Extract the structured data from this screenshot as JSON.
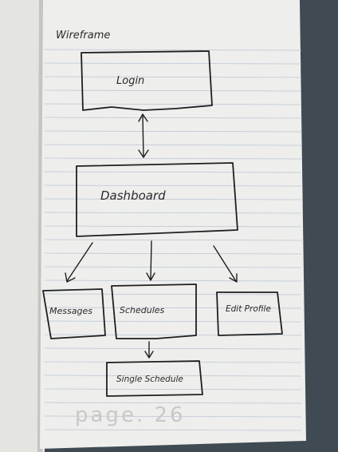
{
  "page_title": "Wireframe",
  "nodes": {
    "login": "Login",
    "dashboard": "Dashboard",
    "messages": "Messages",
    "schedules": "Schedules",
    "edit_profile": "Edit Profile",
    "single_schedule": "Single Schedule"
  },
  "page_number": "page. 26",
  "colors": {
    "paper": "#eeeeec",
    "ruled_line": "#b8c7d3",
    "ink": "#1f1f1f",
    "background": "#3f4a52",
    "page_number_ink": "#c8c8c8"
  }
}
